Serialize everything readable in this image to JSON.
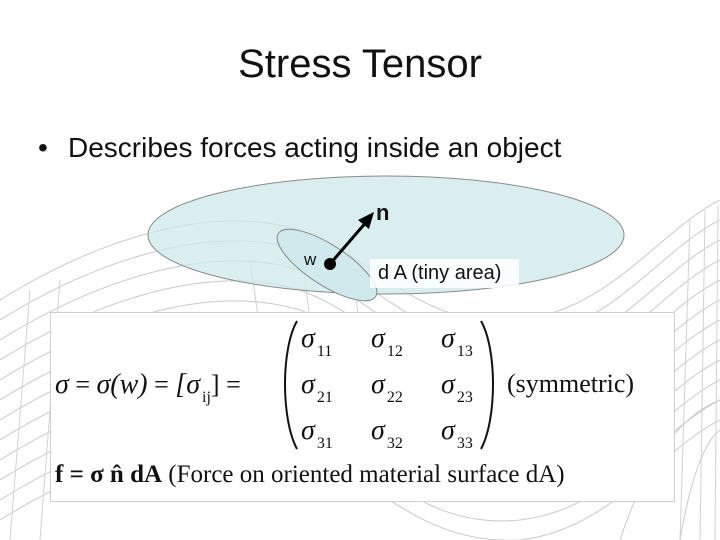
{
  "slide": {
    "title": "Stress Tensor",
    "bullet": "Describes forces acting inside an object"
  },
  "diagram": {
    "normal_label": "n",
    "point_label": "w",
    "area_label": "d A (tiny area)"
  },
  "formula": {
    "sigma": "σ",
    "lhs_mid": "σ(w)",
    "bracket_term": "[σ",
    "bracket_sub": "ij",
    "bracket_close": "]",
    "equals": "=",
    "matrix": [
      [
        "11",
        "12",
        "13"
      ],
      [
        "21",
        "22",
        "23"
      ],
      [
        "31",
        "32",
        "33"
      ]
    ],
    "symmetric_note": "(symmetric)",
    "force_lhs": "f = σ n̂ dA",
    "force_note": "(Force on oriented material surface dA)"
  },
  "colors": {
    "ellipse_fill": "#cfe9ec",
    "ellipse_stroke": "#8a8a8a",
    "mesh_line": "#c9c9c9"
  }
}
